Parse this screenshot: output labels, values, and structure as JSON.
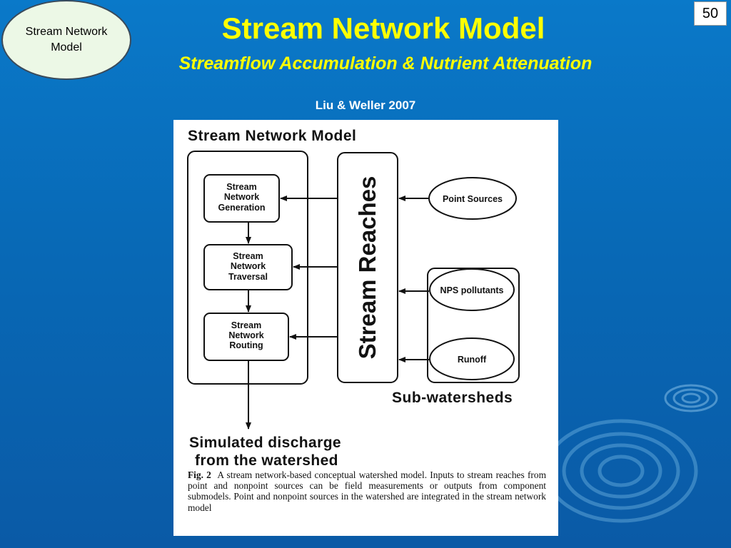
{
  "slide": {
    "badge": "Stream Network Model",
    "page_number": "50",
    "title": "Stream Network Model",
    "subtitle": "Streamflow Accumulation & Nutrient Attenuation",
    "citation": "Liu & Weller 2007"
  },
  "figure": {
    "heading": "Stream Network Model",
    "boxes": {
      "generation": [
        "Stream",
        "Network",
        "Generation"
      ],
      "traversal": [
        "Stream",
        "Network",
        "Traversal"
      ],
      "routing": [
        "Stream",
        "Network",
        "Routing"
      ]
    },
    "stream_reaches": "Stream Reaches",
    "point_sources": "Point Sources",
    "nps_pollutants": "NPS pollutants",
    "runoff": "Runoff",
    "sub_watersheds": "Sub-watersheds",
    "output_line1": "Simulated discharge",
    "output_line2": "from the watershed",
    "caption_label": "Fig. 2",
    "caption_text": "A stream network-based conceptual watershed model. Inputs to stream reaches from point and nonpoint sources can be field measurements or outputs from component submodels. Point and nonpoint sources in the watershed are integrated in the stream network model"
  },
  "colors": {
    "background": "#0a6fbf",
    "title": "#ffff00",
    "badge_fill": "#ecf8e6"
  }
}
